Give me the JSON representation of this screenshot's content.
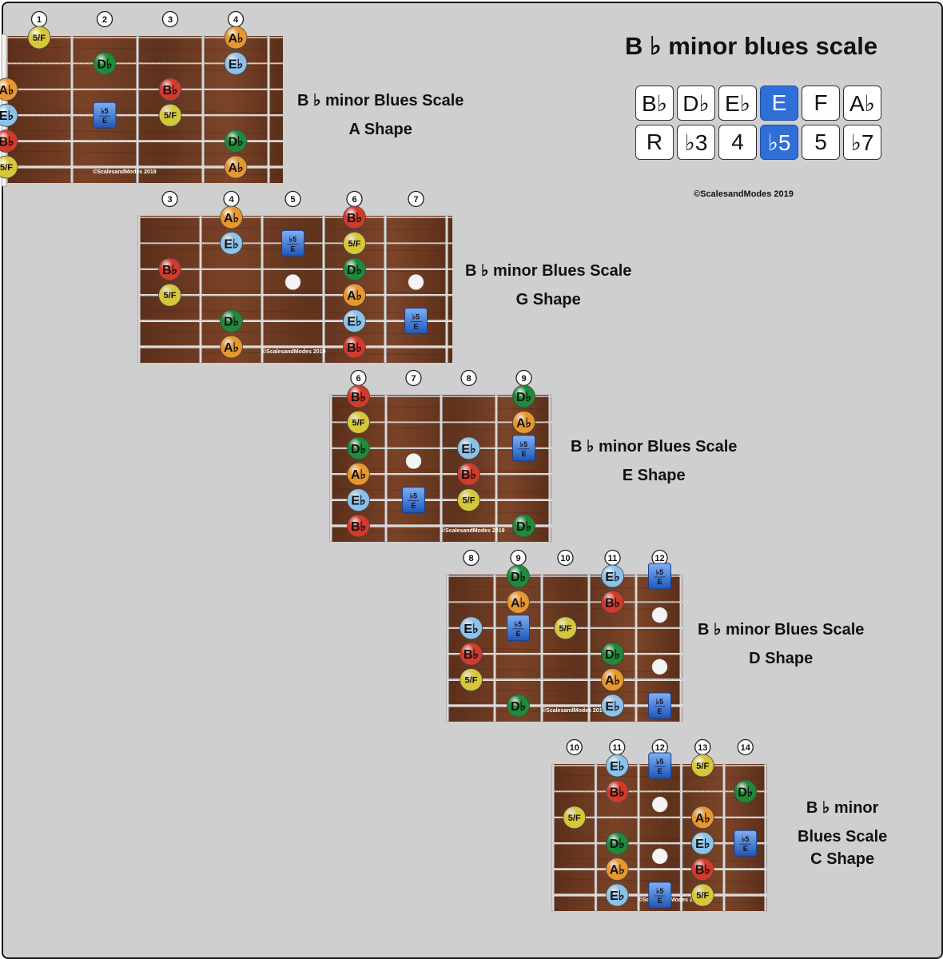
{
  "title": "B ♭  minor blues scale",
  "copyright": "©ScalesandModes 2019",
  "scale": {
    "notes": [
      "B♭",
      "D♭",
      "E♭",
      "E",
      "F",
      "A♭"
    ],
    "degrees": [
      "R",
      "♭3",
      "4",
      "♭5",
      "5",
      "♭7"
    ],
    "highlight_index": 3
  },
  "colors": {
    "frame_bg": "#cfcfcf",
    "fretboard_wood": "#6b3a22",
    "root": "#d23a2c",
    "minor_third": "#1f8a3a",
    "fourth": "#8cc2ea",
    "flat_five": "#2f6fd6",
    "fifth": "#d6c63a",
    "minor_seventh": "#e8962e"
  },
  "labels": {
    "fifth": "5/F",
    "root": "B♭",
    "minor_third": "D♭",
    "fourth": "E♭",
    "minor_seventh": "A♭",
    "flat_five_top": "♭5",
    "flat_five_bottom": "E"
  },
  "diagrams": [
    {
      "caption": [
        "B ♭ minor Blues Scale",
        "A Shape"
      ],
      "frets": [
        1,
        2,
        3,
        4
      ],
      "nut": true,
      "notes": [
        {
          "s": 1,
          "f": 1,
          "t": "fifth"
        },
        {
          "s": 1,
          "f": 4,
          "t": "minor_seventh"
        },
        {
          "s": 2,
          "f": 2,
          "t": "minor_third"
        },
        {
          "s": 2,
          "f": 4,
          "t": "fourth"
        },
        {
          "s": 3,
          "f": 0,
          "t": "minor_seventh"
        },
        {
          "s": 3,
          "f": 3,
          "t": "root"
        },
        {
          "s": 4,
          "f": 0,
          "t": "fourth"
        },
        {
          "s": 4,
          "f": 2,
          "t": "flat_five"
        },
        {
          "s": 4,
          "f": 3,
          "t": "fifth"
        },
        {
          "s": 5,
          "f": 0,
          "t": "root"
        },
        {
          "s": 5,
          "f": 4,
          "t": "minor_third"
        },
        {
          "s": 6,
          "f": 0,
          "t": "fifth"
        },
        {
          "s": 6,
          "f": 4,
          "t": "minor_seventh"
        }
      ],
      "dots": []
    },
    {
      "caption": [
        "B ♭ minor Blues Scale",
        "G Shape"
      ],
      "frets": [
        3,
        4,
        5,
        6,
        7
      ],
      "nut": false,
      "notes": [
        {
          "s": 1,
          "f": 4,
          "t": "minor_seventh"
        },
        {
          "s": 1,
          "f": 6,
          "t": "root"
        },
        {
          "s": 2,
          "f": 4,
          "t": "fourth"
        },
        {
          "s": 2,
          "f": 5,
          "t": "flat_five"
        },
        {
          "s": 2,
          "f": 6,
          "t": "fifth"
        },
        {
          "s": 3,
          "f": 3,
          "t": "root"
        },
        {
          "s": 3,
          "f": 6,
          "t": "minor_third"
        },
        {
          "s": 4,
          "f": 3,
          "t": "fifth"
        },
        {
          "s": 4,
          "f": 6,
          "t": "minor_seventh"
        },
        {
          "s": 5,
          "f": 4,
          "t": "minor_third"
        },
        {
          "s": 5,
          "f": 6,
          "t": "fourth"
        },
        {
          "s": 5,
          "f": 7,
          "t": "flat_five"
        },
        {
          "s": 6,
          "f": 4,
          "t": "minor_seventh"
        },
        {
          "s": 6,
          "f": 6,
          "t": "root"
        }
      ],
      "dots": [
        {
          "f": 5
        },
        {
          "f": 7
        }
      ]
    },
    {
      "caption": [
        "B ♭ minor Blues Scale",
        "E Shape"
      ],
      "frets": [
        6,
        7,
        8,
        9
      ],
      "nut": false,
      "notes": [
        {
          "s": 1,
          "f": 6,
          "t": "root"
        },
        {
          "s": 1,
          "f": 9,
          "t": "minor_third"
        },
        {
          "s": 2,
          "f": 6,
          "t": "fifth"
        },
        {
          "s": 2,
          "f": 9,
          "t": "minor_seventh"
        },
        {
          "s": 3,
          "f": 6,
          "t": "minor_third"
        },
        {
          "s": 3,
          "f": 8,
          "t": "fourth"
        },
        {
          "s": 3,
          "f": 9,
          "t": "flat_five"
        },
        {
          "s": 4,
          "f": 6,
          "t": "minor_seventh"
        },
        {
          "s": 4,
          "f": 8,
          "t": "root"
        },
        {
          "s": 5,
          "f": 6,
          "t": "fourth"
        },
        {
          "s": 5,
          "f": 7,
          "t": "flat_five"
        },
        {
          "s": 5,
          "f": 8,
          "t": "fifth"
        },
        {
          "s": 6,
          "f": 6,
          "t": "root"
        },
        {
          "s": 6,
          "f": 9,
          "t": "minor_third"
        }
      ],
      "dots": [
        {
          "f": 7
        }
      ]
    },
    {
      "caption": [
        "B ♭ minor Blues Scale",
        "D Shape"
      ],
      "frets": [
        8,
        9,
        10,
        11,
        12
      ],
      "nut": false,
      "notes": [
        {
          "s": 1,
          "f": 9,
          "t": "minor_third"
        },
        {
          "s": 1,
          "f": 11,
          "t": "fourth"
        },
        {
          "s": 1,
          "f": 12,
          "t": "flat_five"
        },
        {
          "s": 2,
          "f": 9,
          "t": "minor_seventh"
        },
        {
          "s": 2,
          "f": 11,
          "t": "root"
        },
        {
          "s": 3,
          "f": 8,
          "t": "fourth"
        },
        {
          "s": 3,
          "f": 9,
          "t": "flat_five"
        },
        {
          "s": 3,
          "f": 10,
          "t": "fifth"
        },
        {
          "s": 4,
          "f": 8,
          "t": "root"
        },
        {
          "s": 4,
          "f": 11,
          "t": "minor_third"
        },
        {
          "s": 5,
          "f": 8,
          "t": "fifth"
        },
        {
          "s": 5,
          "f": 11,
          "t": "minor_seventh"
        },
        {
          "s": 6,
          "f": 9,
          "t": "minor_third"
        },
        {
          "s": 6,
          "f": 11,
          "t": "fourth"
        },
        {
          "s": 6,
          "f": 12,
          "t": "flat_five"
        }
      ],
      "dots": [
        {
          "f": 12,
          "s": 2.5
        },
        {
          "f": 12,
          "s": 4.5
        }
      ]
    },
    {
      "caption": [
        "B ♭ minor",
        "Blues Scale",
        "C Shape"
      ],
      "frets": [
        10,
        11,
        12,
        13,
        14
      ],
      "nut": false,
      "notes": [
        {
          "s": 1,
          "f": 11,
          "t": "fourth"
        },
        {
          "s": 1,
          "f": 12,
          "t": "flat_five"
        },
        {
          "s": 1,
          "f": 13,
          "t": "fifth"
        },
        {
          "s": 2,
          "f": 11,
          "t": "root"
        },
        {
          "s": 2,
          "f": 14,
          "t": "minor_third"
        },
        {
          "s": 3,
          "f": 10,
          "t": "fifth"
        },
        {
          "s": 3,
          "f": 13,
          "t": "minor_seventh"
        },
        {
          "s": 4,
          "f": 11,
          "t": "minor_third"
        },
        {
          "s": 4,
          "f": 13,
          "t": "fourth"
        },
        {
          "s": 4,
          "f": 14,
          "t": "flat_five"
        },
        {
          "s": 5,
          "f": 11,
          "t": "minor_seventh"
        },
        {
          "s": 5,
          "f": 13,
          "t": "root"
        },
        {
          "s": 6,
          "f": 11,
          "t": "fourth"
        },
        {
          "s": 6,
          "f": 12,
          "t": "flat_five"
        },
        {
          "s": 6,
          "f": 13,
          "t": "fifth"
        }
      ],
      "dots": [
        {
          "f": 12,
          "s": 2.5
        },
        {
          "f": 12,
          "s": 4.5
        }
      ]
    }
  ]
}
